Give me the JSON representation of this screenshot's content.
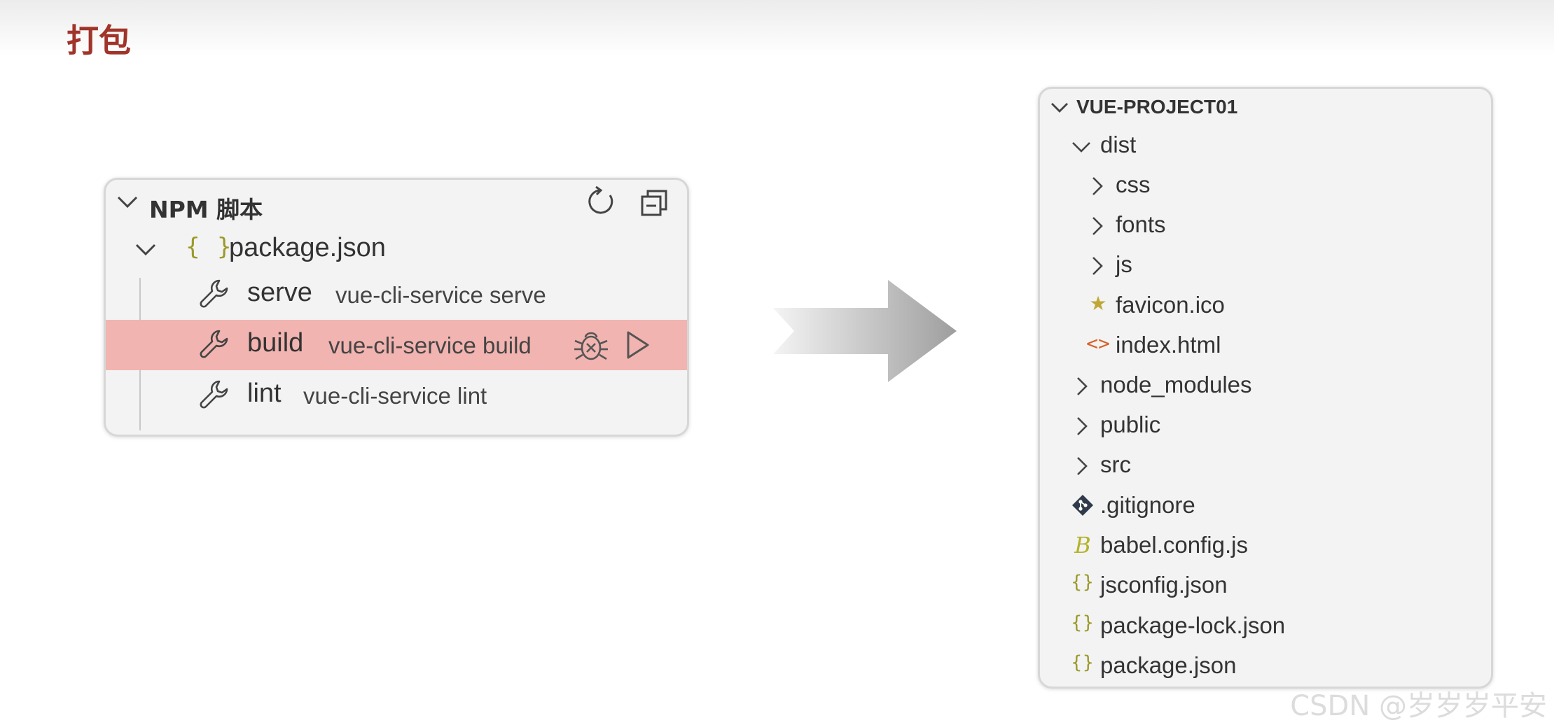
{
  "slide": {
    "title": "打包"
  },
  "npm_panel": {
    "title": "NPM 脚本",
    "package": {
      "icon": "{ }",
      "label": "package.json"
    },
    "scripts": [
      {
        "name": "serve",
        "command": "vue-cli-service serve",
        "selected": false
      },
      {
        "name": "build",
        "command": "vue-cli-service build",
        "selected": true
      },
      {
        "name": "lint",
        "command": "vue-cli-service lint",
        "selected": false
      }
    ],
    "selected_color": "#f2b4b0"
  },
  "explorer": {
    "root": "VUE-PROJECT01",
    "items": [
      {
        "label": "dist",
        "type": "folder-open"
      },
      {
        "label": "css",
        "type": "folder"
      },
      {
        "label": "fonts",
        "type": "folder"
      },
      {
        "label": "js",
        "type": "folder"
      },
      {
        "label": "favicon.ico",
        "type": "file",
        "icon": "star-icon",
        "glyph": "★"
      },
      {
        "label": "index.html",
        "type": "file",
        "icon": "html-icon",
        "glyph": "<>"
      },
      {
        "label": "node_modules",
        "type": "folder"
      },
      {
        "label": "public",
        "type": "folder"
      },
      {
        "label": "src",
        "type": "folder"
      },
      {
        "label": ".gitignore",
        "type": "file",
        "icon": "git-icon"
      },
      {
        "label": "babel.config.js",
        "type": "file",
        "icon": "babel-icon",
        "glyph": "B"
      },
      {
        "label": "jsconfig.json",
        "type": "file",
        "icon": "json-icon",
        "glyph": "{}"
      },
      {
        "label": "package-lock.json",
        "type": "file",
        "icon": "json-icon",
        "glyph": "{}"
      },
      {
        "label": "package.json",
        "type": "file",
        "icon": "json-icon",
        "glyph": "{}"
      }
    ]
  },
  "watermark": "CSDN @岁岁岁平安"
}
